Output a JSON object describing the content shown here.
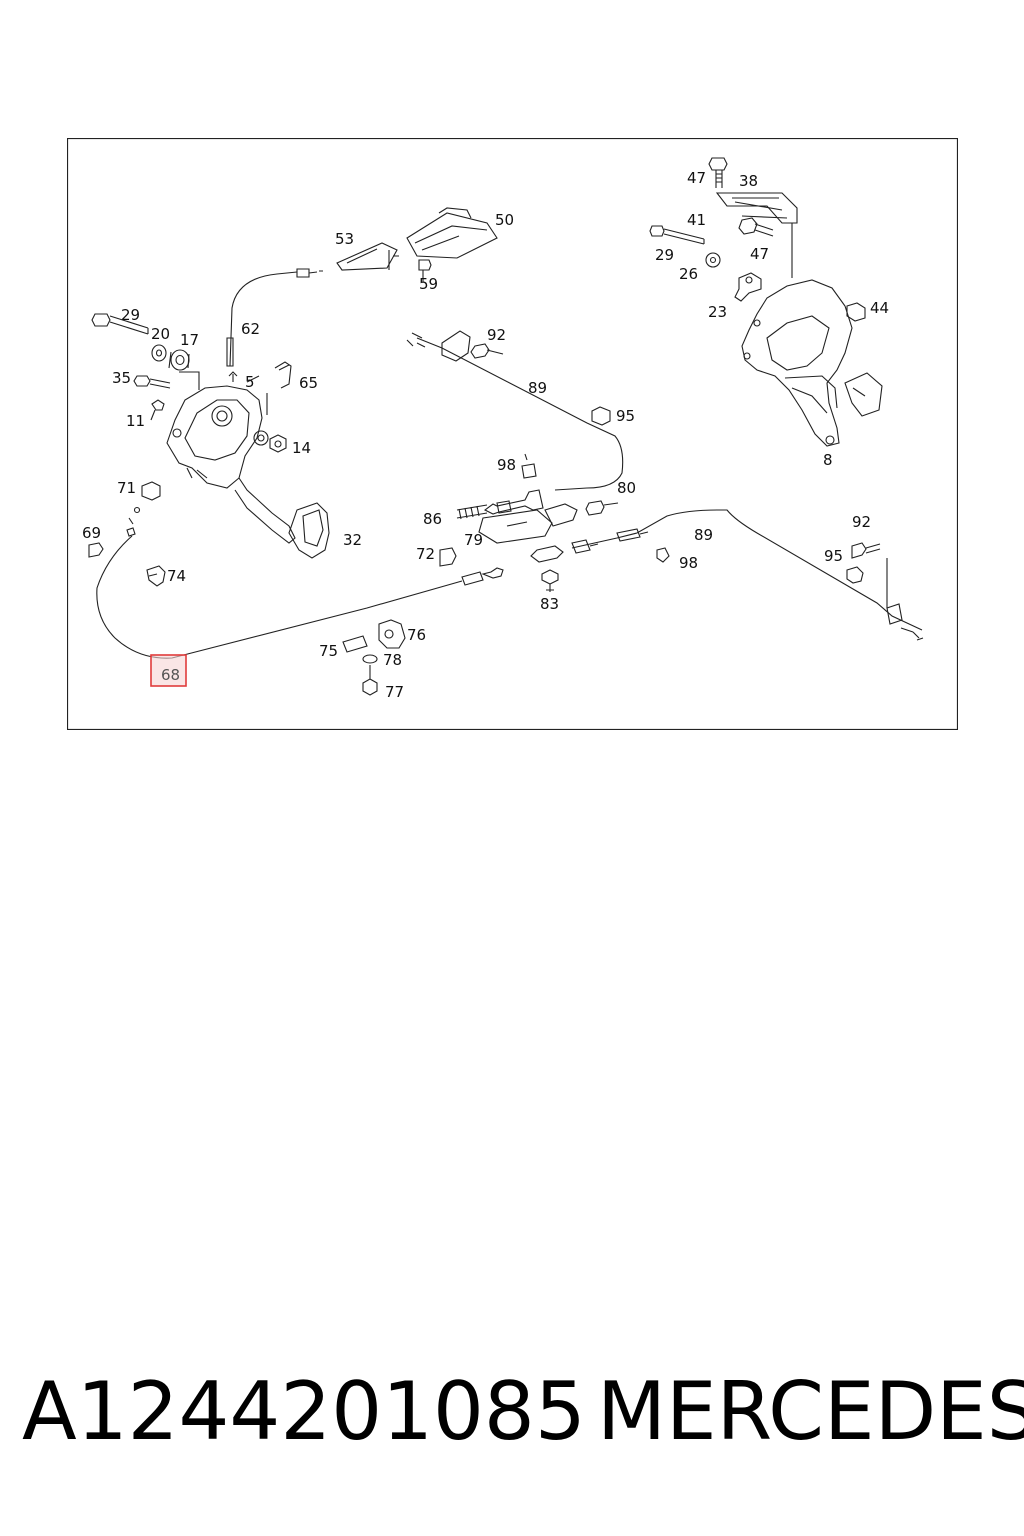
{
  "diagram": {
    "labels": {
      "p47a": "47",
      "p38": "38",
      "p50": "50",
      "p53": "53",
      "p41": "41",
      "p29r": "29",
      "p47b": "47",
      "p26": "26",
      "p59": "59",
      "p23": "23",
      "p44": "44",
      "p62": "62",
      "p29l": "29",
      "p20": "20",
      "p17": "17",
      "p92a": "92",
      "p5": "5",
      "p65": "65",
      "p35": "35",
      "p89a": "89",
      "p95a": "95",
      "p11": "11",
      "p14": "14",
      "p8": "8",
      "p98a": "98",
      "p71": "71",
      "p80": "80",
      "p86": "86",
      "p92b": "92",
      "p69": "69",
      "p79": "79",
      "p89b": "89",
      "p32": "32",
      "p72": "72",
      "p98b": "98",
      "p95b": "95",
      "p74": "74",
      "p83": "83",
      "p76": "76",
      "p75": "75",
      "p78": "78",
      "p77": "77"
    },
    "highlighted": {
      "label": "68",
      "color": "#e03c3c"
    }
  },
  "footer": {
    "part_number": "A1244201085",
    "brand": "MERCEDES"
  }
}
